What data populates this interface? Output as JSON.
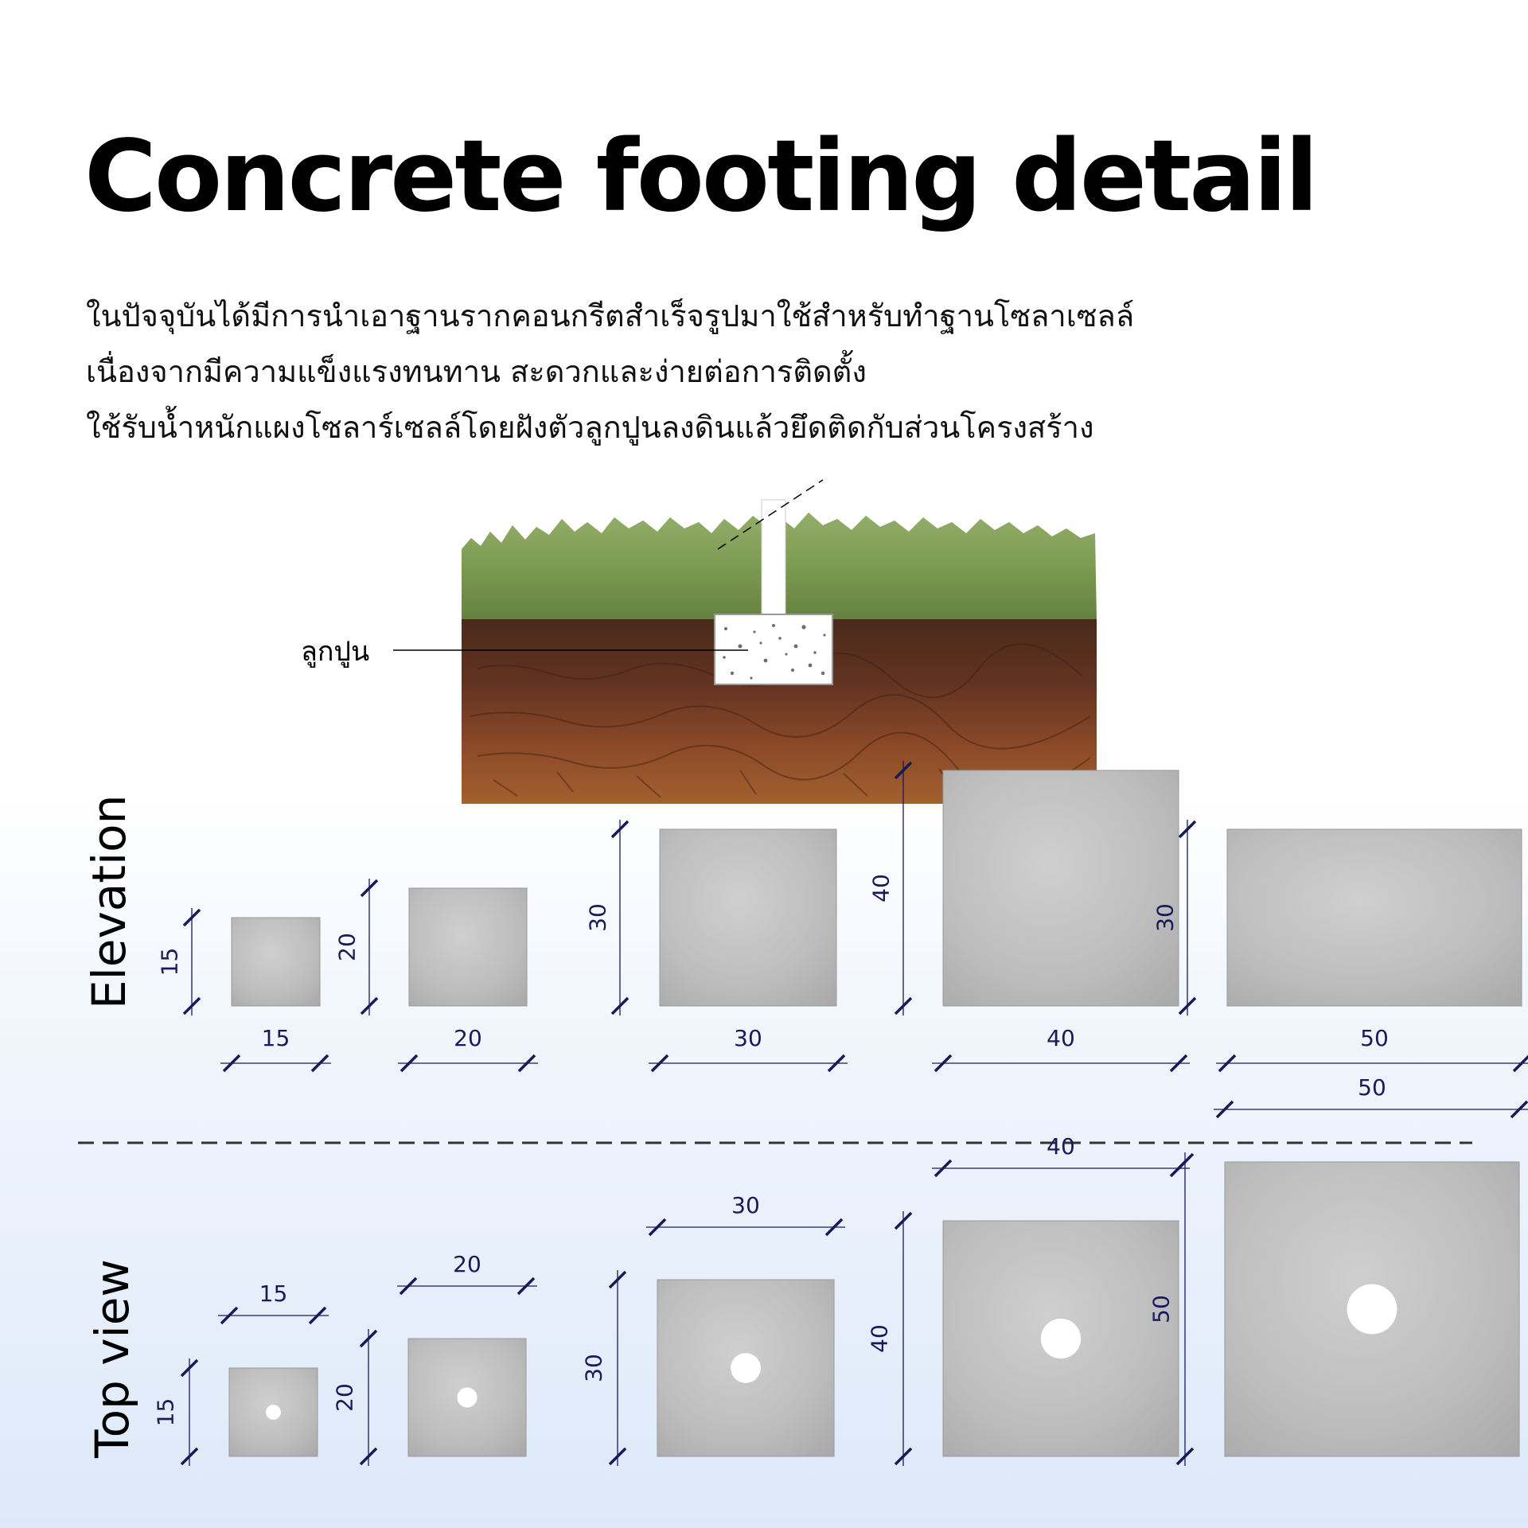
{
  "title": "Concrete footing detail",
  "description": [
    "ในปัจจุบันได้มีการนำเอาฐานรากคอนกรีตสำเร็จรูปมาใช้สำหรับทำฐานโซลาเซลล์",
    "เนื่องจากมีความแข็งแรงทนทาน สะดวกและง่ายต่อการติดตั้ง",
    "ใช้รับน้ำหนักแผงโซลาร์เซลล์โดยฝังตัวลูกปูนลงดินแล้วยึดติดกับส่วนโครงสร้าง"
  ],
  "illustration": {
    "footing_label": "ลูกปูน"
  },
  "sections": {
    "elevation": "Elevation",
    "top_view": "Top view"
  },
  "elevation_blocks": [
    {
      "width": "15",
      "height": "15"
    },
    {
      "width": "20",
      "height": "20"
    },
    {
      "width": "30",
      "height": "30"
    },
    {
      "width": "40",
      "height": "40"
    },
    {
      "width": "50",
      "height": "30"
    }
  ],
  "top_blocks": [
    {
      "width": "15",
      "depth": "15"
    },
    {
      "width": "20",
      "depth": "20"
    },
    {
      "width": "30",
      "depth": "30"
    },
    {
      "width": "40",
      "depth": "40"
    },
    {
      "width": "50",
      "depth": "50"
    }
  ],
  "colors": {
    "dimension": "#1a1a5a",
    "concrete": "#bfbfbf",
    "grass": "#7d9a52",
    "soil": "#6b3522"
  }
}
